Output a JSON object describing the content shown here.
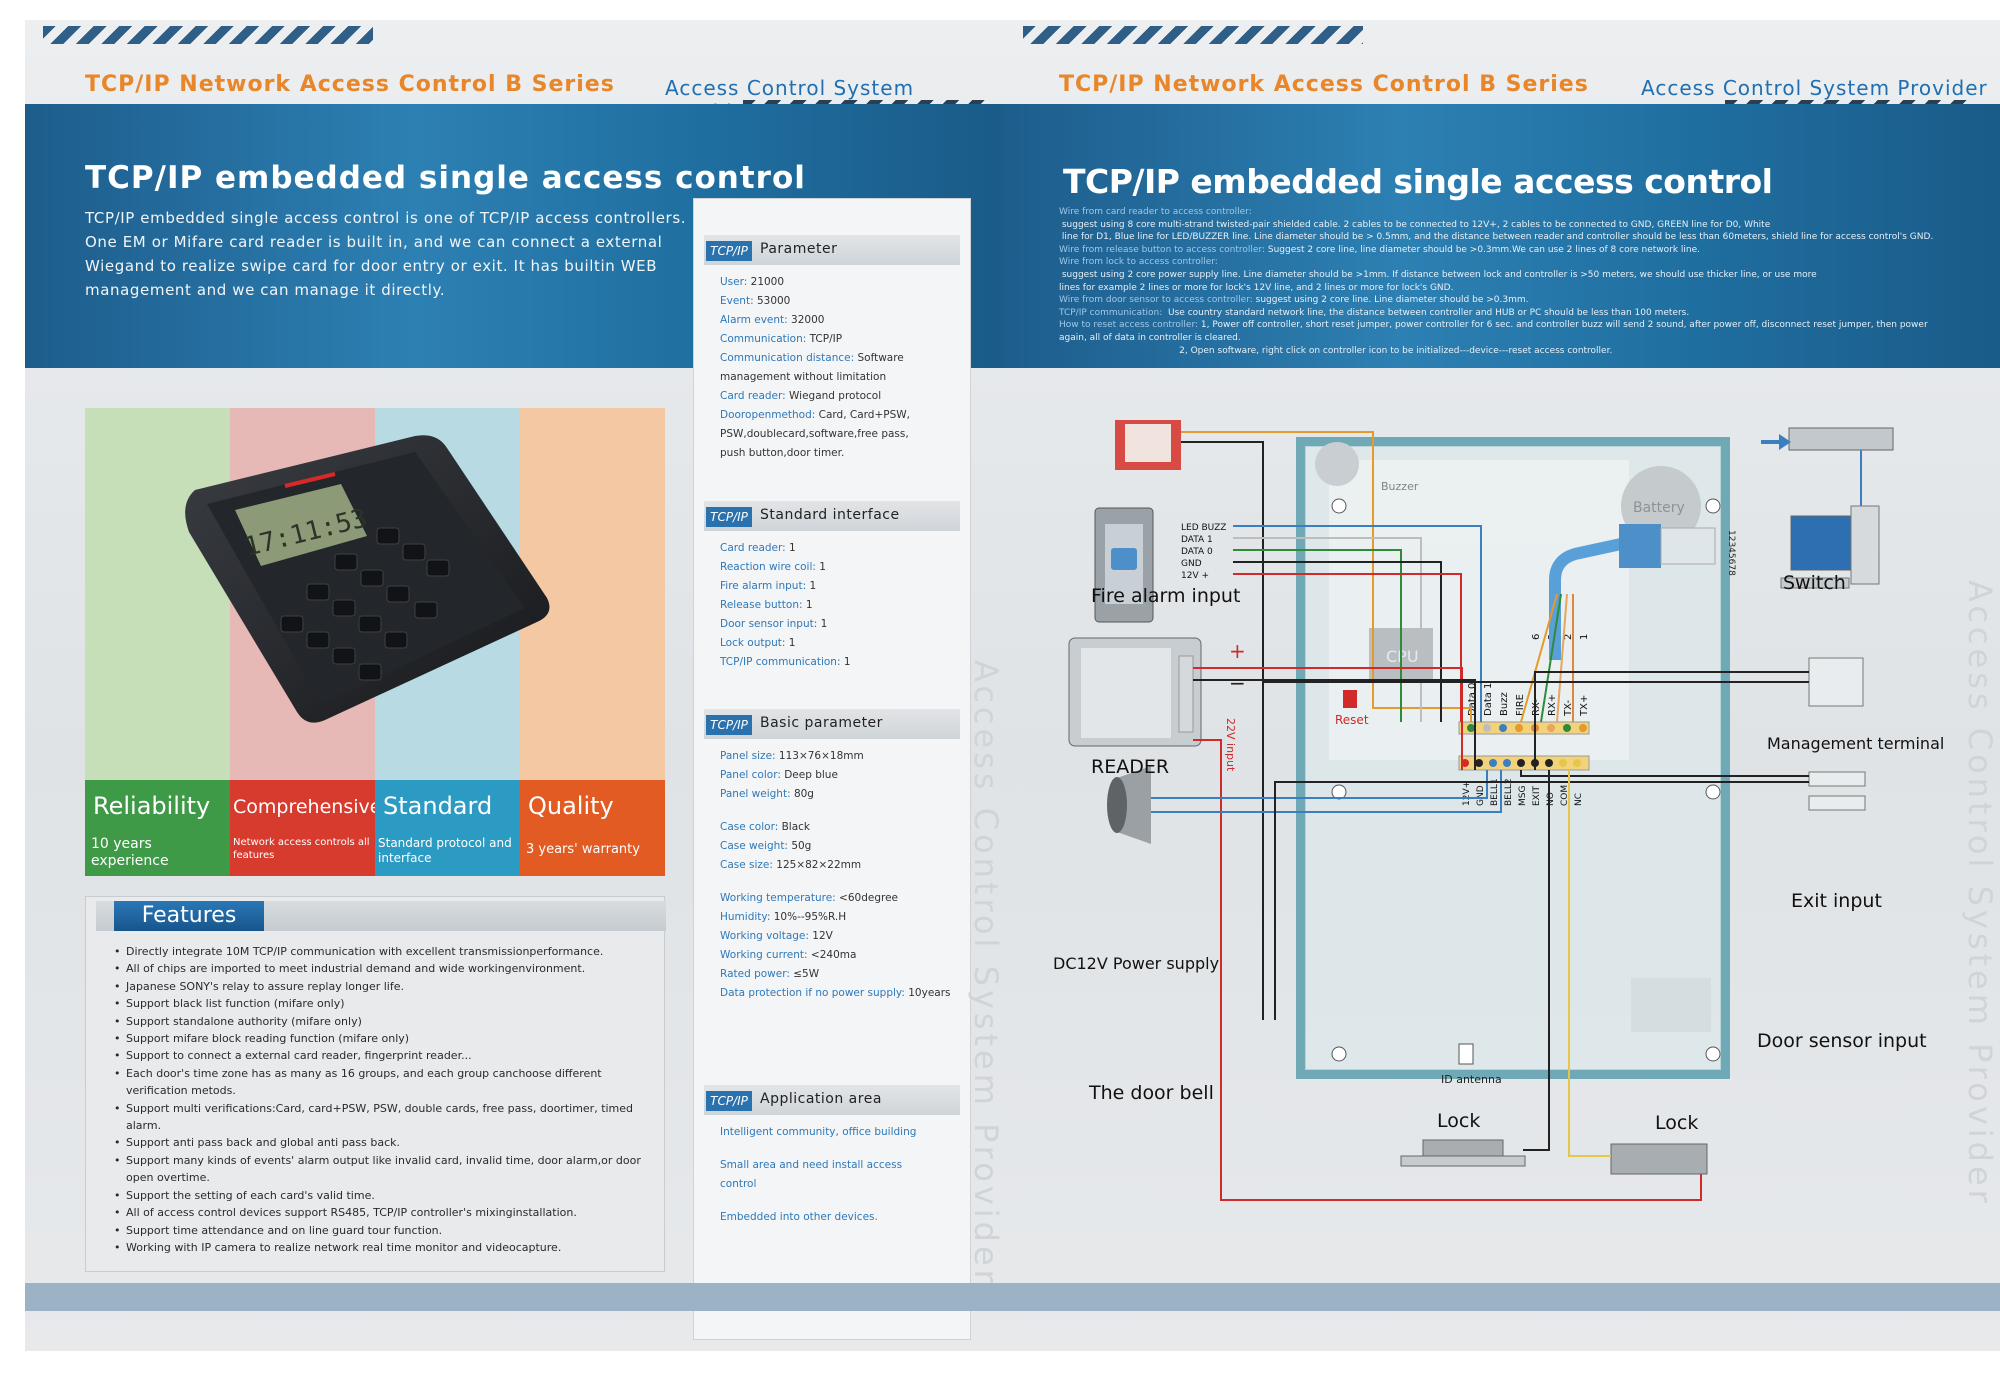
{
  "header": {
    "series": "TCP/IP Network Access Control  B  Series",
    "provider": "Access Control System Provider"
  },
  "left": {
    "title": "TCP/IP embedded single access control",
    "intro": [
      "TCP/IP embedded single access control is one of TCP/IP access controllers.",
      "One EM or Mifare card reader is built in, and we can connect a external",
      "Wiegand to realize swipe card for door entry or exit. It has builtin WEB",
      "management and we can manage it directly."
    ],
    "device_screen": "17:11:53",
    "columns": [
      {
        "big": "Reliability",
        "small": "10 years experience",
        "bg": "#c6dfb8",
        "label_bg": "#3f9a48"
      },
      {
        "big": "Comprehensive",
        "small": "Network access controls all features",
        "bg": "#e7b9b6",
        "label_bg": "#d63b2e"
      },
      {
        "big": "Standard",
        "small": "Standard protocol and interface",
        "bg": "#b8dbe3",
        "label_bg": "#2c9bc4"
      },
      {
        "big": "Quality",
        "small": "3 years' warranty",
        "bg": "#f3c8a2",
        "label_bg": "#e25b23"
      }
    ],
    "features_title": "Features",
    "features": [
      "Directly integrate 10M TCP/IP communication with excellent transmissionperformance.",
      "All of chips are imported to meet industrial demand and wide workingenvironment.",
      "Japanese SONY's relay to assure replay longer life.",
      "Support black list function (mifare only)",
      "Support standalone authority (mifare only)",
      "Support mifare block reading function (mifare only)",
      "Support to connect a external card reader, fingerprint reader...",
      "Each door's time zone has as many as 16 groups, and each group canchoose different verification metods.",
      "Support multi verifications:Card, card+PSW, PSW, double cards, free pass, doortimer, timed alarm.",
      "Support anti pass back and global anti pass back.",
      "Support many kinds of  events' alarm output like invalid card, invalid time, door alarm,or door open overtime.",
      "Support the setting of each card's valid time.",
      "All of access control devices support RS485, TCP/IP controller's mixinginstallation.",
      "Support time attendance and on line guard tour function.",
      "Working with IP camera to realize network real time monitor and videocapture."
    ],
    "vertical_text": "Access Control System Provider"
  },
  "sidebar": {
    "logo": "TCP/IP",
    "sections": [
      {
        "title": "Parameter",
        "rows": [
          {
            "k": "User:",
            "v": " 21000"
          },
          {
            "k": "Event:",
            "v": " 53000"
          },
          {
            "k": "Alarm event:",
            "v": " 32000"
          },
          {
            "k": "Communication:",
            "v": " TCP/IP"
          },
          {
            "k": "Communication distance:",
            "v": " Software"
          },
          {
            "k": "",
            "v": "management without limitation"
          },
          {
            "k": "Card reader:",
            "v": " Wiegand protocol"
          },
          {
            "k": "Dooropenmethod:",
            "v": " Card, Card+PSW,"
          },
          {
            "k": "",
            "v": "PSW,doublecard,software,free pass,"
          },
          {
            "k": "",
            "v": "push button,door timer."
          }
        ]
      },
      {
        "title": "Standard  interface",
        "rows": [
          {
            "k": "Card reader:",
            "v": "  1"
          },
          {
            "k": "Reaction wire coil:",
            "v": "  1"
          },
          {
            "k": "Fire alarm input:",
            "v": "  1"
          },
          {
            "k": "Release button:",
            "v": "  1"
          },
          {
            "k": "Door sensor input:",
            "v": "  1"
          },
          {
            "k": "Lock output:",
            "v": "  1"
          },
          {
            "k": "TCP/IP communication:",
            "v": "  1"
          }
        ]
      },
      {
        "title": "Basic parameter",
        "rows": [
          {
            "k": "Panel size:",
            "v": " 113×76×18mm"
          },
          {
            "k": "Panel color:",
            "v": " Deep blue"
          },
          {
            "k": "Panel weight:",
            "v": " 80g"
          },
          {
            "k": "",
            "v": ""
          },
          {
            "k": "Case color:",
            "v": "  Black"
          },
          {
            "k": "Case weight:",
            "v": " 50g"
          },
          {
            "k": "Case size:",
            "v": "  125×82×22mm"
          },
          {
            "k": "",
            "v": ""
          },
          {
            "k": "Working temperature:",
            "v": " <60degree"
          },
          {
            "k": "Humidity:",
            "v": " 10%--95%R.H"
          },
          {
            "k": "Working voltage:",
            "v": " 12V"
          },
          {
            "k": "Working current:",
            "v": " <240ma"
          },
          {
            "k": "Rated power:",
            "v": " ≤5W"
          },
          {
            "k": "Data protection if no power supply:",
            "v": " 10years"
          }
        ]
      },
      {
        "title": "Application  area",
        "rows": [
          {
            "k": "Intelligent community, office building",
            "v": ""
          },
          {
            "k": "",
            "v": ""
          },
          {
            "k": "Small area and need install access",
            "v": ""
          },
          {
            "k": "control",
            "v": ""
          },
          {
            "k": "",
            "v": ""
          },
          {
            "k": "Embedded into other devices.",
            "v": ""
          }
        ]
      }
    ]
  },
  "right": {
    "title": "TCP/IP embedded single access control",
    "notes": [
      {
        "k": "Wire from card reader to access controller:",
        "v": " suggest using 8 core multi-strand twisted-pair shielded cable. 2 cables to be connected to 12V+, 2 cables to be connected to GND, GREEN line for D0, White"
      },
      {
        "k": "",
        "v": " line for D1, Blue line for LED/BUZZER line. Line diameter should be > 0.5mm, and the distance between reader and controller should be less than 60meters, shield line for access control's GND."
      },
      {
        "k": "Wire from release button to access controller:",
        "v": " Suggest 2 core line, line diameter should be >0.3mm.We can use 2 lines of 8 core network line."
      },
      {
        "k": "Wire from lock to access controller:",
        "v": " suggest using 2 core power supply line. Line diameter should be >1mm. If distance between lock and controller is >50 meters, we should use thicker line, or use more"
      },
      {
        "k": "",
        "v": "lines for example 2 lines or more for lock's 12V line, and 2 lines or more for lock's GND."
      },
      {
        "k": "Wire from door sensor to access controller:",
        "v": " suggest using 2 core line. Line diameter should be >0.3mm."
      },
      {
        "k": "TCP/IP communication:",
        "v": "  Use country standard network line, the distance between controller and HUB or PC should be less than 100 meters."
      },
      {
        "k": "How to reset access controller:",
        "v": " 1, Power off controller, short reset jumper, power controller for 6 sec. and controller buzz will send 2 sound, after power off, disconnect reset jumper, then power"
      },
      {
        "k": "",
        "v": "again, all of data in controller is cleared."
      },
      {
        "k": "",
        "v": "                                          2, Open software, right click on controller icon to be initialized---device---reset access controller."
      }
    ],
    "labels": {
      "fire": "Fire alarm input",
      "reader": "READER",
      "power": "DC12V Power supply",
      "bell": "The door bell",
      "switch": "Switch",
      "mgmt": "Management terminal",
      "exit": "Exit input",
      "door": "Door sensor input",
      "lock1": "Lock",
      "lock2": "Lock",
      "buzzer": "Buzzer",
      "battery": "Battery",
      "cpu": "CPU",
      "reset": "Reset",
      "antenna": "ID antenna",
      "input22": "22V input",
      "rj45": "12345678",
      "plus": "+",
      "minus": "−"
    },
    "reader_wires": [
      "LED BUZZ",
      "DATA 1",
      "DATA 0",
      "GND",
      "12V +"
    ],
    "top_terminals": [
      "Data 0",
      "Data 1",
      "Buzz",
      "FIRE",
      "RX-",
      "RX+",
      "TX-",
      "TX+"
    ],
    "top_numbers": [
      "6",
      "3",
      "2",
      "1"
    ],
    "bottom_terminals": [
      "12V+",
      "GND",
      "BELL1",
      "BELL2",
      "MSG",
      "EXIT",
      "NO",
      "COM",
      "NC"
    ],
    "vertical_text": "Access Control System Provider"
  }
}
